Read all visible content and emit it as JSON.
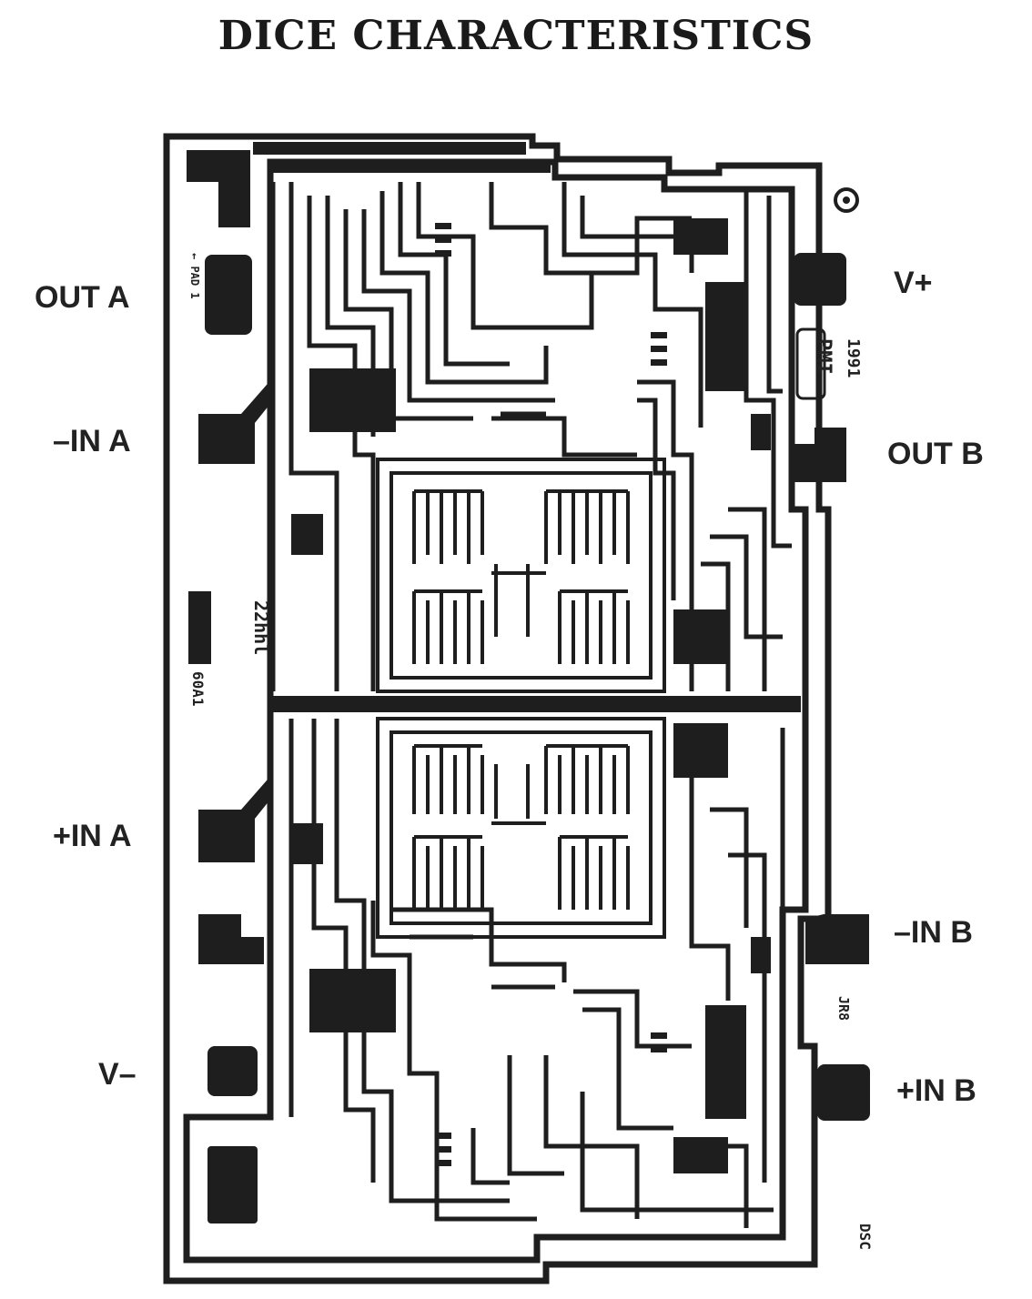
{
  "title": "DICE CHARACTERISTICS",
  "pins": {
    "out_a": "OUT A",
    "in_minus_a": "–IN A",
    "in_plus_a": "+IN A",
    "v_minus": "V–",
    "v_plus": "V+",
    "out_b": "OUT B",
    "in_minus_b": "–IN B",
    "in_plus_b": "+IN B"
  },
  "die_markings": {
    "pad_marker": "← PAD 1",
    "year": "1991",
    "logo": "PMI",
    "part_number": "22hhl",
    "code_left": "60A1",
    "code_right": "JR8",
    "code_bottom": "DSC"
  },
  "colors": {
    "ink": "#1e1e1e",
    "paper": "#ffffff"
  }
}
